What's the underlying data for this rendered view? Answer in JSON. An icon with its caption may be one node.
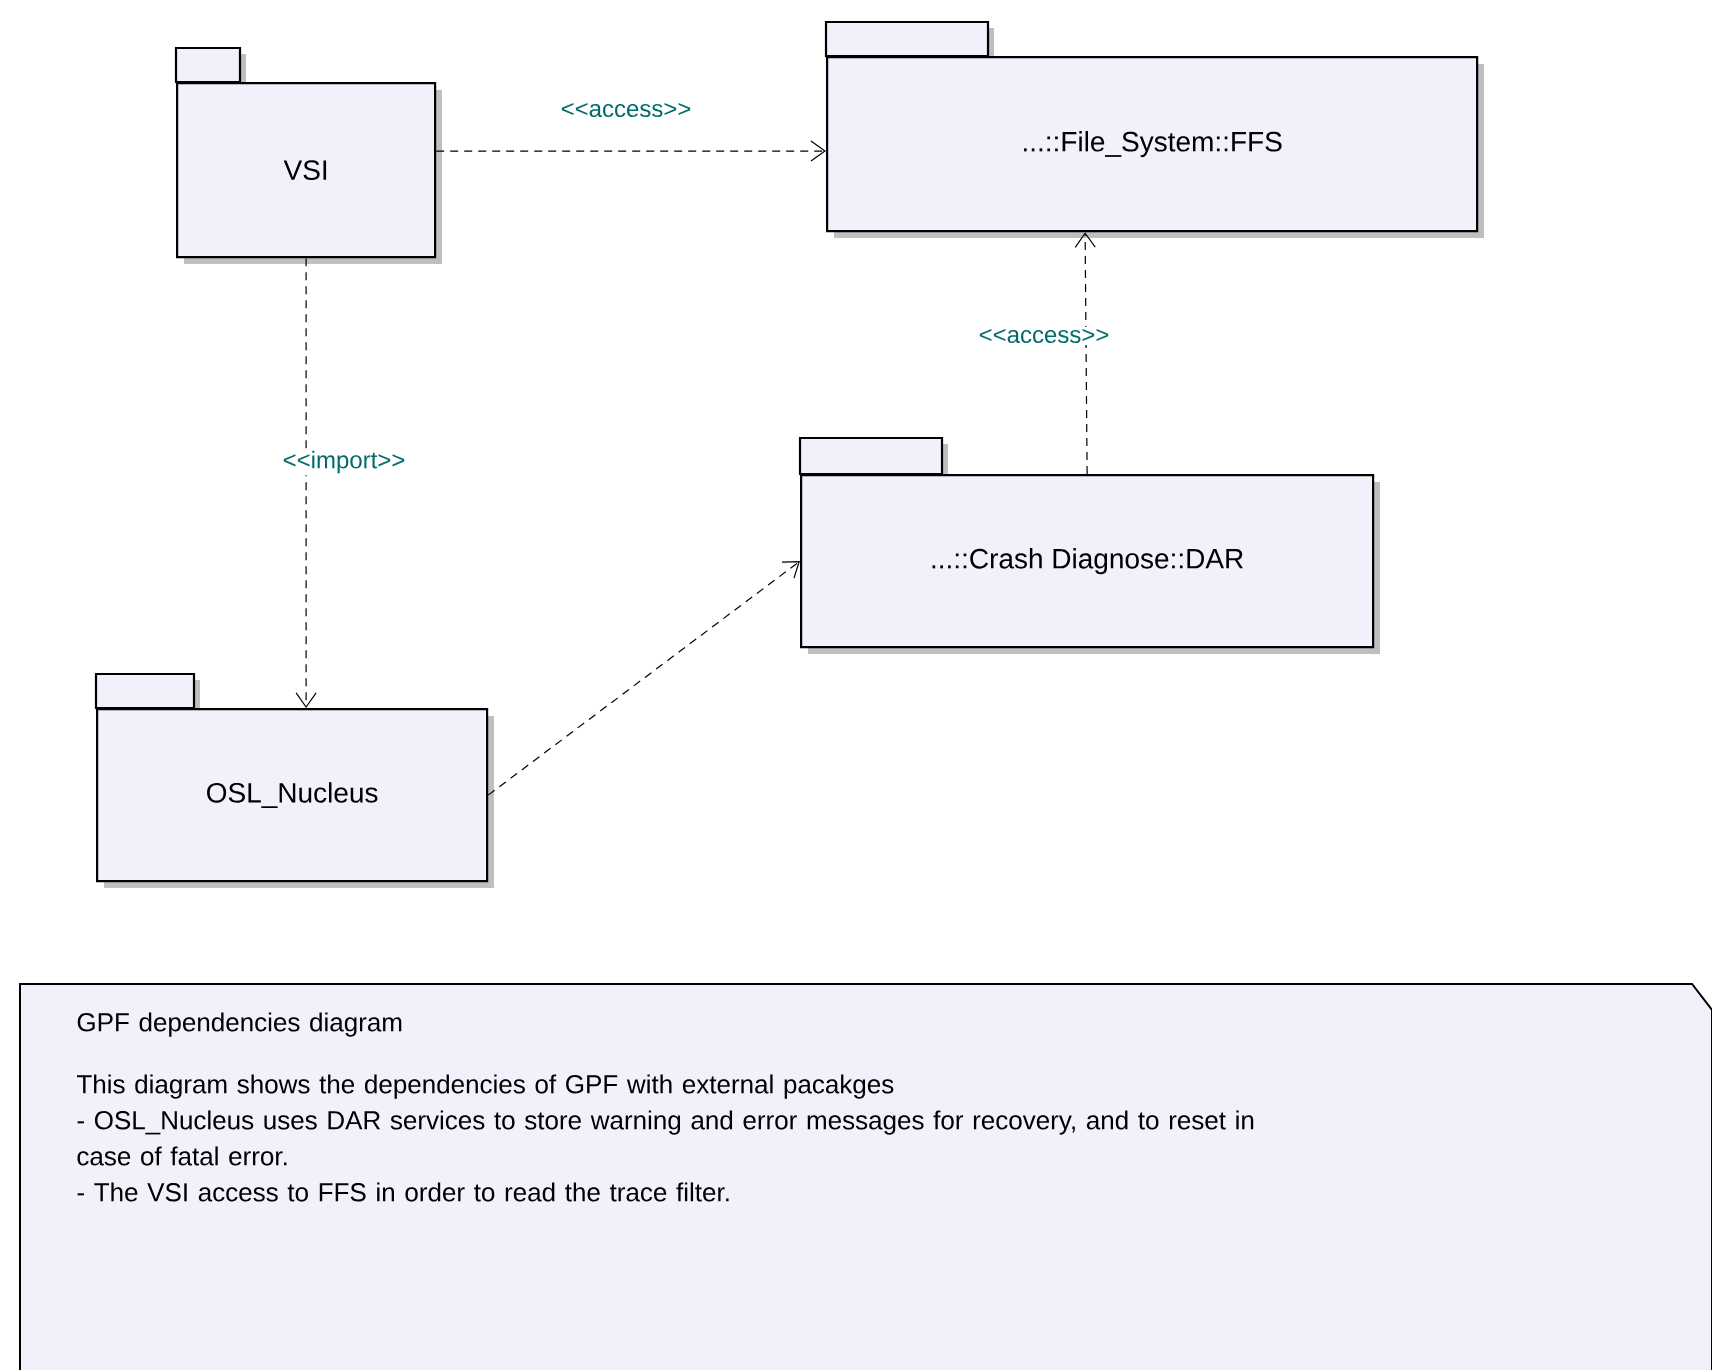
{
  "diagram": {
    "nodes": [
      {
        "text": [
          "VSI"
        ]
      },
      {
        "text": [
          "...::File_System::FFS"
        ]
      },
      {
        "text": [
          "...::Crash Diagnose::DAR"
        ]
      },
      {
        "text": [
          "OSL_Nucleus"
        ]
      },
      {
        "text": [
          "GPF dependencies diagram",
          "This diagram shows the dependencies of GPF with external pacakges",
          "- OSL_Nucleus uses DAR services to store warning and error messages for recovery, and to reset in case of fatal error.",
          "- The VSI access to FFS in order to read the trace filter."
        ]
      }
    ],
    "edges": [
      {
        "from": 0,
        "to": 1,
        "arrow": "to",
        "label": "<<access>>"
      },
      {
        "from": 2,
        "to": 1,
        "arrow": "to",
        "label": "<<access>>"
      },
      {
        "from": 0,
        "to": 3,
        "arrow": "to",
        "label": "<<import>>"
      },
      {
        "from": 3,
        "to": 2,
        "arrow": "to"
      }
    ]
  }
}
